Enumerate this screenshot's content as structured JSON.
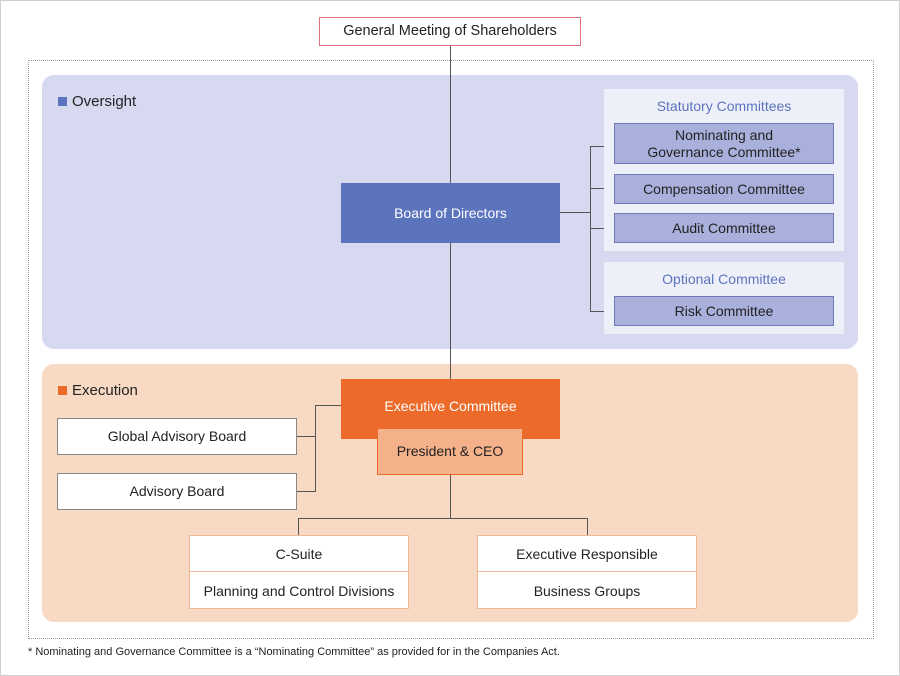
{
  "colors": {
    "oversight_panel": "#d6d9ef",
    "execution_panel": "#f8d9c3",
    "board": "#5c74be",
    "committee": "#a9b0dc",
    "executive_committee": "#ec6b2a",
    "president": "#f4b18a",
    "oversight_marker": "#5c74be",
    "execution_marker": "#ec6b2a",
    "sub_panel_title": "#5c74be"
  },
  "shareholders": "General Meeting of Shareholders",
  "oversight": {
    "label": "Oversight",
    "board": "Board of Directors",
    "statutory": {
      "title": "Statutory Committees",
      "items": [
        "Nominating and\nGovernance Committee*",
        "Compensation Committee",
        "Audit Committee"
      ]
    },
    "optional": {
      "title": "Optional Committee",
      "items": [
        "Risk Committee"
      ]
    }
  },
  "execution": {
    "label": "Execution",
    "executive_committee": "Executive Committee",
    "president": "President & CEO",
    "advisory": [
      "Global Advisory Board",
      "Advisory Board"
    ],
    "groups": [
      {
        "title": "C-Suite",
        "subtitle": "Planning and Control Divisions"
      },
      {
        "title": "Executive Responsible",
        "subtitle": "Business Groups"
      }
    ]
  },
  "footnote": "* Nominating and Governance Committee is a “Nominating Committee” as provided for in the Companies Act."
}
